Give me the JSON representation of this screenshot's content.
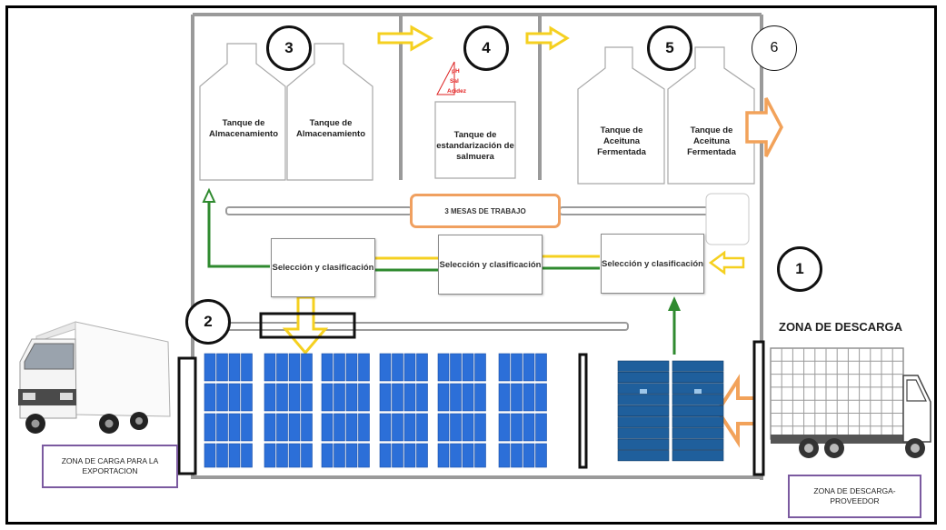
{
  "numbers": {
    "n1": "1",
    "n2": "2",
    "n3": "3",
    "n4": "4",
    "n5": "5",
    "n6": "6"
  },
  "tanks": {
    "storage_1": "Tanque de Almacenamiento",
    "storage_2": "Tanque de Almacenamiento",
    "standardization": "Tanque de estandarización de salmuera",
    "fermented_1": "Tanque de Aceituna Fermentada",
    "fermented_2": "Tanque de Aceituna Fermentada"
  },
  "chemistry": [
    "pH",
    "Sal",
    "Acidez"
  ],
  "work_tables_label": "3 MESAS DE TRABAJO",
  "selection": {
    "left": "Selección y clasificación",
    "center": "Selección y clasificación",
    "right": "Selección y clasificación"
  },
  "zones": {
    "unloading_title": "ZONA DE DESCARGA",
    "unloading_supplier": "ZONA DE DESCARGA-PROVEEDOR",
    "loading_export": "ZONA DE CARGA PARA LA EXPORTACION"
  },
  "colors": {
    "arrow_yellow": "#f5d020",
    "arrow_orange": "#f2a25a",
    "line_green": "#2f8a2f",
    "crate_blue": "#2c6fd8",
    "crate_dark_blue": "#1f5f9c",
    "purple_border": "#7b5aa0"
  }
}
